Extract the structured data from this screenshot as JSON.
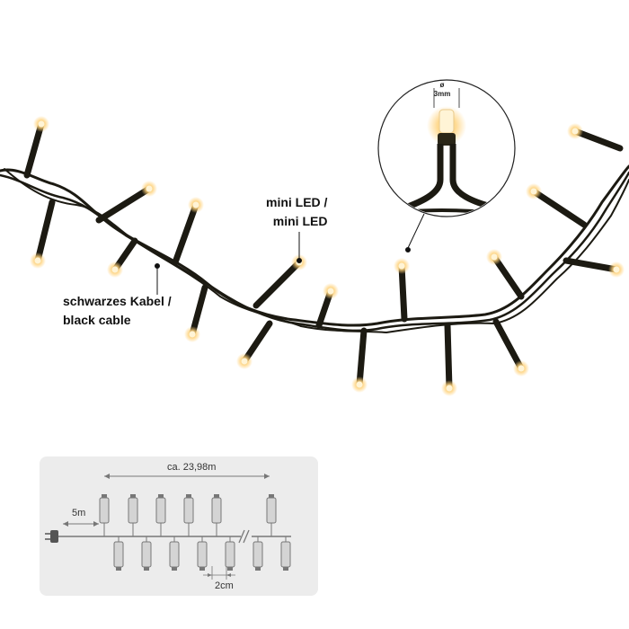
{
  "callouts": {
    "led_line1": "mini LED /",
    "led_line2": "mini LED",
    "cable_line1": "schwarzes Kabel /",
    "cable_line2": "black cable"
  },
  "zoom": {
    "diameter_symbol": "ø",
    "led_size": "3mm"
  },
  "scheme": {
    "total_length": "ca. 23,98m",
    "lead_length": "5m",
    "led_spacing": "2cm"
  },
  "colors": {
    "cable": "#1c1a12",
    "led_glow": "#ffd27a",
    "led_body": "#fff4d6",
    "panel": "#ececec",
    "schematic_line": "#777777"
  }
}
